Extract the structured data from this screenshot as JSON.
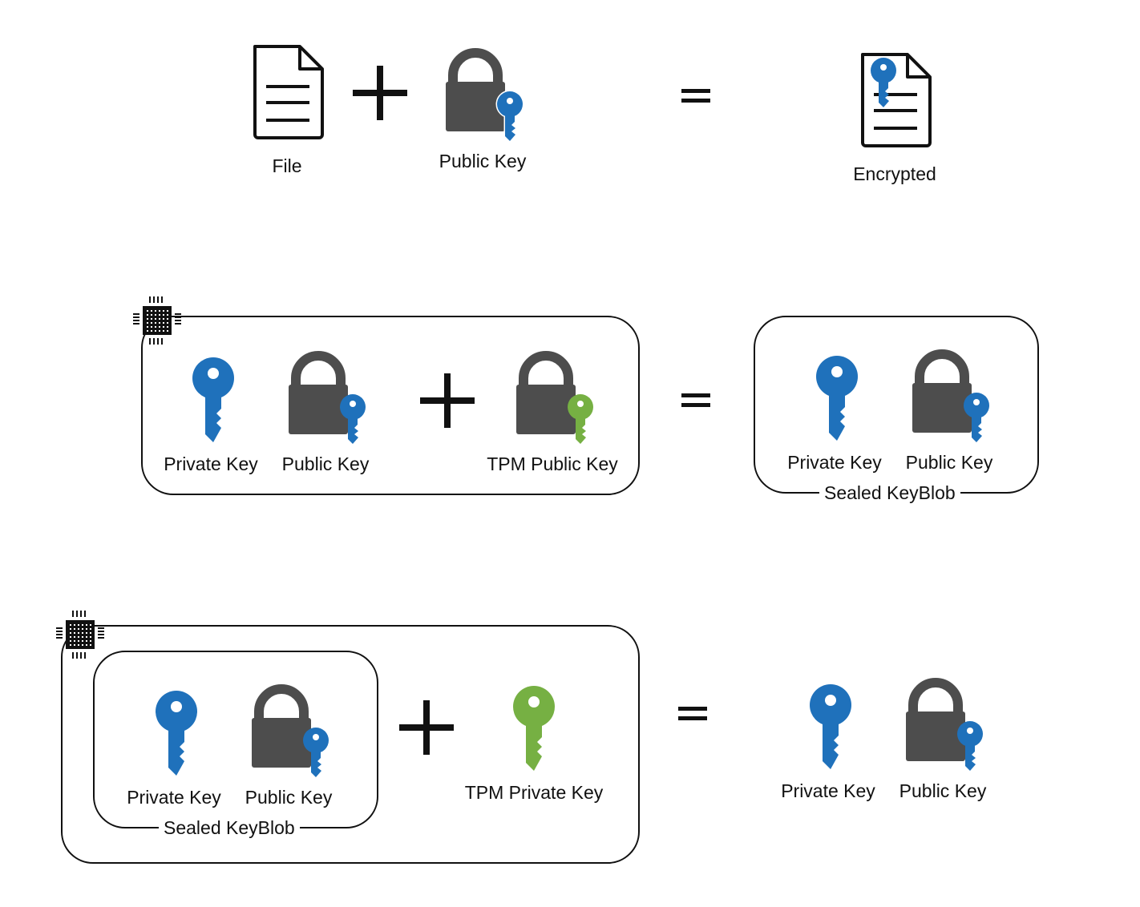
{
  "colors": {
    "key_blue": "#1f71bb",
    "key_green": "#76b043",
    "lock_gray": "#4d4d4d",
    "stroke": "#111111"
  },
  "row1": {
    "file_label": "File",
    "public_key_label": "Public Key",
    "result_label": "Encrypted",
    "icons": [
      "file-icon",
      "plus-icon",
      "lock-public-key-icon",
      "equals-icon",
      "encrypted-file-icon"
    ]
  },
  "row2": {
    "private_key_label": "Private Key",
    "public_key_label": "Public Key",
    "tpm_public_key_label": "TPM Public Key",
    "result_private_key_label": "Private Key",
    "result_public_key_label": "Public Key",
    "result_caption": "Sealed KeyBlob",
    "icons": [
      "tpm-chip-icon",
      "private-key-icon",
      "lock-public-key-icon",
      "plus-icon",
      "lock-tpm-public-key-icon",
      "equals-icon"
    ]
  },
  "row3": {
    "private_key_label": "Private Key",
    "public_key_label": "Public Key",
    "inner_caption": "Sealed KeyBlob",
    "tpm_private_key_label": "TPM Private Key",
    "result_private_key_label": "Private Key",
    "result_public_key_label": "Public Key",
    "icons": [
      "tpm-chip-icon",
      "private-key-icon",
      "lock-public-key-icon",
      "plus-icon",
      "tpm-private-key-icon",
      "equals-icon"
    ]
  }
}
